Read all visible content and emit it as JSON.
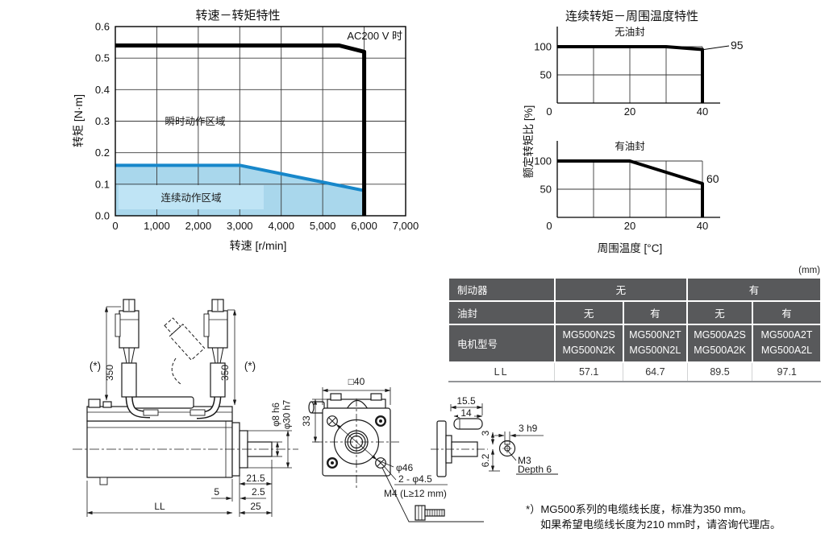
{
  "page": {
    "unit_note": "(mm)"
  },
  "chart_data": [
    {
      "type": "line",
      "title": "转速－转矩特性",
      "xlabel": "转速 [r/min]",
      "ylabel": "转矩 [N·m]",
      "annotation": "AC200 V 时",
      "xlim": [
        0,
        7000
      ],
      "ylim": [
        0,
        0.6
      ],
      "xticks": [
        "0",
        "1,000",
        "2,000",
        "3,000",
        "4,000",
        "5,000",
        "6,000",
        "7,000"
      ],
      "yticks": [
        "0.0",
        "0.1",
        "0.2",
        "0.3",
        "0.4",
        "0.5",
        "0.6"
      ],
      "grid": true,
      "series": [
        {
          "name": "瞬时动作区域",
          "points": [
            [
              0,
              0.54
            ],
            [
              5400,
              0.54
            ],
            [
              6000,
              0.52
            ],
            [
              6000,
              0
            ]
          ]
        },
        {
          "name": "连续动作区域",
          "points": [
            [
              0,
              0.16
            ],
            [
              3000,
              0.16
            ],
            [
              6000,
              0.08
            ],
            [
              6000,
              0
            ]
          ]
        }
      ],
      "colors": {
        "instant_line": "#000000",
        "continuous_line": "#1787ca",
        "continuous_fill": "#a9d7ec",
        "label_box": "#bfe4f5"
      }
    },
    {
      "type": "line",
      "title": "连续转矩－周围温度特性",
      "sub": "无油封",
      "xlabel": "周围温度 [°C]",
      "ylabel": "额定转矩比 [%]",
      "xlim": [
        0,
        45
      ],
      "ylim": [
        0,
        125
      ],
      "xticks": [
        "0",
        "20",
        "40"
      ],
      "yticks": [
        "100",
        "50"
      ],
      "end_label": "95",
      "points": [
        [
          0,
          100
        ],
        [
          30,
          100
        ],
        [
          40,
          95
        ],
        [
          40,
          0
        ]
      ]
    },
    {
      "type": "line",
      "sub": "有油封",
      "xticks": [
        "0",
        "20",
        "40"
      ],
      "yticks": [
        "100",
        "50"
      ],
      "end_label": "60",
      "points": [
        [
          0,
          100
        ],
        [
          20,
          100
        ],
        [
          40,
          60
        ],
        [
          40,
          0
        ]
      ]
    }
  ],
  "table": {
    "brake_row": {
      "label": "制动器",
      "no": "无",
      "yes": "有"
    },
    "seal_row": {
      "label": "油封",
      "cells": [
        "无",
        "有",
        "无",
        "有"
      ]
    },
    "model_row": {
      "label": "电机型号",
      "models": [
        [
          "MG500N2S",
          "MG500N2K"
        ],
        [
          "MG500N2T",
          "MG500N2L"
        ],
        [
          "MG500A2S",
          "MG500A2K"
        ],
        [
          "MG500A2T",
          "MG500A2L"
        ]
      ]
    },
    "ll_row": {
      "label": "LL",
      "values": [
        "57.1",
        "64.7",
        "89.5",
        "97.1"
      ]
    }
  },
  "drawing": {
    "asterisk_left": "(*)",
    "asterisk_right": "(*)",
    "cable_len_left": "350",
    "cable_len_right": "350",
    "dim_ll": "LL",
    "dim_25": "25",
    "dim_21_5": "21.5",
    "dim_5": "5",
    "dim_2_5": "2.5",
    "dia_shaft": "φ8 h6",
    "dia_pilot": "φ30 h7",
    "dim_square": "□40",
    "dim_33": "33",
    "dia_bc": "φ46",
    "holes": "2 - φ4.5",
    "bolt": "M4 (L≥12 mm)",
    "dim_15_5": "15.5",
    "dim_14": "14",
    "key_w": "3 h9",
    "dim_3": "3",
    "dim_6_2": "6.2",
    "tap": "M3",
    "tap_depth": "Depth 6"
  },
  "footnote": {
    "line1": "*）MG500系列的电缆线长度，标准为350 mm。",
    "line2": "如果希望电缆线长度为210 mm时，请咨询代理店。"
  }
}
